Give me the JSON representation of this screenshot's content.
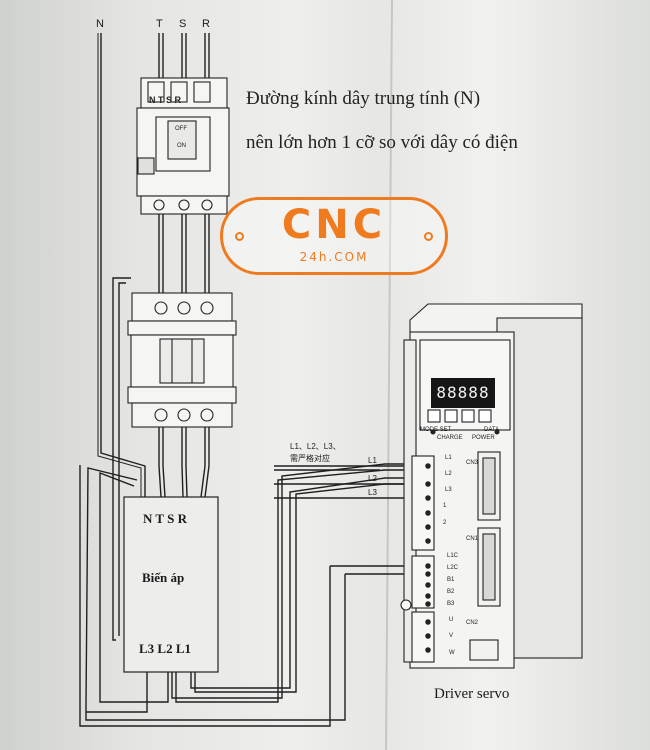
{
  "top_terminals": {
    "neutral": "N",
    "t": "T",
    "s": "S",
    "r": "R"
  },
  "breaker": {
    "off_label": "OFF",
    "on_label": "ON",
    "supply_labels": "N T S R"
  },
  "note": {
    "line1": "Đường kính dây trung tính (N)",
    "line2": "nên lớn hơn 1 cỡ so với dây có điện"
  },
  "logo": {
    "main": "CNC",
    "sub": "24h.COM"
  },
  "transformer": {
    "input_label": "N T S R",
    "name": "Biến áp",
    "output_label": "L3 L2 L1"
  },
  "wiring_note": {
    "line1": "L1、L2、L3、",
    "line2": "需严格对应"
  },
  "driver": {
    "name": "Driver servo",
    "display": "88888",
    "buttons": "MODE SET",
    "data_label": "DATA",
    "charge_label": "CHARGE",
    "power_label": "POWER",
    "terminals_main": [
      "L1",
      "L2",
      "L3"
    ],
    "terminals_control": [
      "L1C",
      "L2C",
      "B1",
      "B2",
      "B3"
    ],
    "terminals_motor": [
      "U",
      "V",
      "W"
    ],
    "dc_labels": [
      "1",
      "2"
    ],
    "cn_labels": [
      "CN3",
      "CN1",
      "CN2"
    ],
    "line_labels": [
      "L1",
      "L2",
      "L3"
    ]
  }
}
